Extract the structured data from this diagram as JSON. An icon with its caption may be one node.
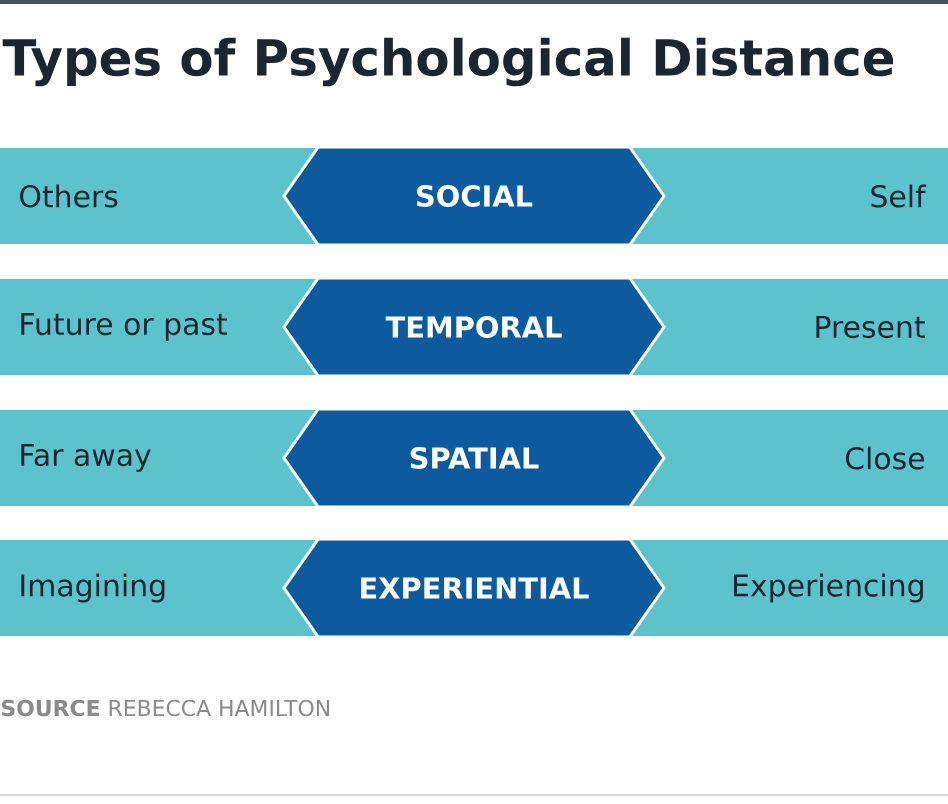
{
  "diagram": {
    "title": "Types of Psychological Distance",
    "nodes": [
      {
        "text": [
          "Others",
          "Self"
        ]
      },
      {
        "text": [
          "SOCIAL"
        ],
        "in": 0
      },
      {
        "text": [
          "Future or past",
          "Present"
        ]
      },
      {
        "text": [
          "TEMPORAL"
        ],
        "in": 2
      },
      {
        "text": [
          "Far away",
          "Close"
        ]
      },
      {
        "text": [
          "SPATIAL"
        ],
        "in": 4
      },
      {
        "text": [
          "Imagining",
          "Experiencing"
        ]
      },
      {
        "text": [
          "EXPERIENTIAL"
        ],
        "in": 6
      }
    ],
    "labels": [
      "**SOURCE** REBECCA HAMILTON"
    ]
  }
}
